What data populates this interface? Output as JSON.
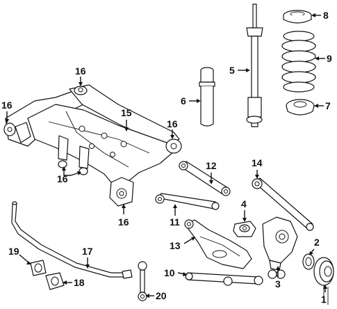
{
  "callouts": {
    "c1": "1",
    "c2": "2",
    "c3": "3",
    "c4": "4",
    "c5": "5",
    "c6": "6",
    "c7": "7",
    "c8": "8",
    "c9": "9",
    "c10": "10",
    "c11": "11",
    "c12": "12",
    "c13": "13",
    "c14": "14",
    "c15": "15",
    "c16a": "16",
    "c16b": "16",
    "c16c": "16",
    "c16d": "16",
    "c16e": "16",
    "c17": "17",
    "c18": "18",
    "c19": "19",
    "c20": "20"
  },
  "colors": {
    "line": "#111111",
    "background": "#ffffff"
  }
}
